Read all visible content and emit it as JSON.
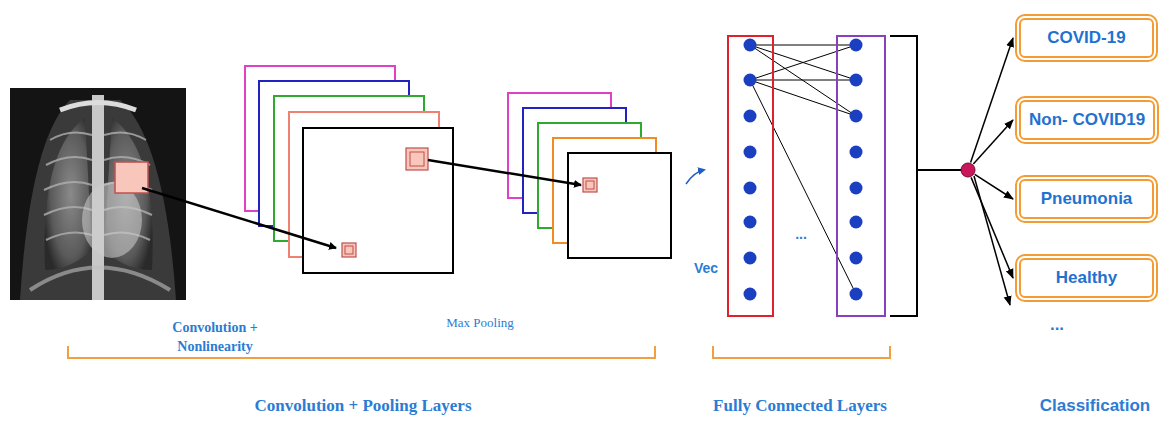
{
  "diagram": {
    "nodes": [
      {
        "text": [
          "COVID-19"
        ]
      },
      {
        "text": [
          "Non- COVID19"
        ]
      },
      {
        "text": [
          "Pneumonia"
        ]
      },
      {
        "text": [
          "Healthy"
        ]
      }
    ],
    "labels": [
      "Convolution + Nonlinearity",
      "Max Pooling",
      "Vec",
      "...",
      "...",
      "Convolution + Pooling Layers",
      "Fully Connected Layers",
      "Classification"
    ]
  }
}
